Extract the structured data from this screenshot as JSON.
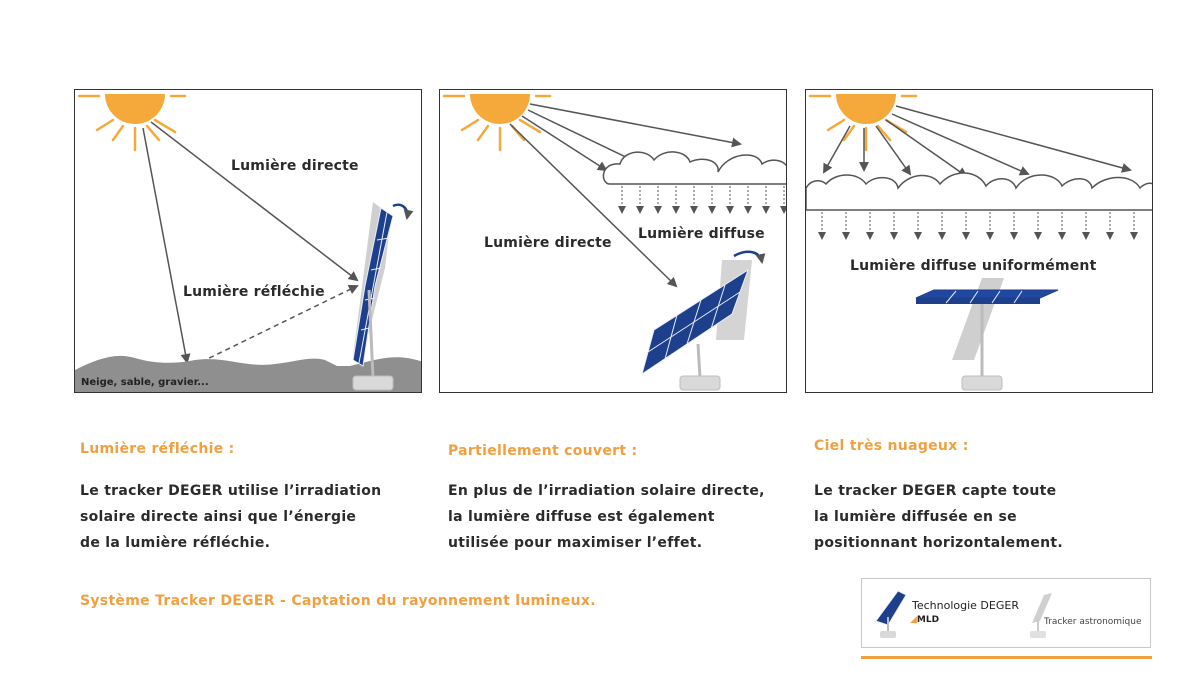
{
  "panels": [
    {
      "labels": {
        "direct": "Lumière directe",
        "reflected": "Lumière réfléchie",
        "ground": "Neige, sable, gravier..."
      }
    },
    {
      "labels": {
        "direct": "Lumière directe",
        "diffuse": "Lumière diffuse"
      }
    },
    {
      "labels": {
        "diffuse_uniform": "Lumière diffuse uniformément"
      }
    }
  ],
  "captions": [
    {
      "title": "Lumière réfléchie :",
      "lines": [
        "Le tracker DEGER utilise l’irradiation",
        "solaire directe ainsi que l’énergie",
        "de la lumière réfléchie."
      ]
    },
    {
      "title": "Partiellement couvert :",
      "lines": [
        "En plus de l’irradiation solaire directe,",
        "la lumière diffuse est également",
        "utilisée pour maximiser l’effet."
      ]
    },
    {
      "title": "Ciel très nuageux :",
      "lines": [
        "Le tracker DEGER capte toute",
        "la lumière diffusée en se",
        "positionnant horizontalement."
      ]
    }
  ],
  "footer": "Système Tracker DEGER - Captation du rayonnement lumineux.",
  "legend": {
    "deger_label": "Technologie  DEGER",
    "mld_label": "MLD",
    "astro_label": "Tracker astronomique"
  },
  "colors": {
    "sun": "#f6a93b",
    "accent": "#f0a040",
    "panel_blue": "#1e3f8c",
    "ground": "#8f8f8f",
    "text": "#2b2b2b"
  },
  "icons": [
    "sun-icon",
    "cloud-icon",
    "solar-panel-icon",
    "rotate-arrow-icon"
  ]
}
